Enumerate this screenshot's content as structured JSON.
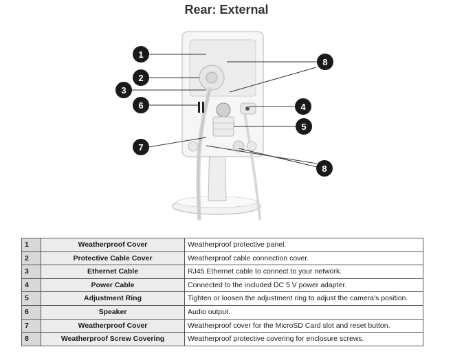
{
  "title": "Rear: External",
  "callouts": [
    "1",
    "2",
    "3",
    "6",
    "8",
    "4",
    "5",
    "7",
    "8"
  ],
  "rows": [
    {
      "num": "1",
      "name": "Weatherproof Cover",
      "desc": "Weatherproof protective panel."
    },
    {
      "num": "2",
      "name": "Protective Cable Cover",
      "desc": "Weatherproof cable connection cover."
    },
    {
      "num": "3",
      "name": "Ethernet Cable",
      "desc": "RJ45 Ethernet cable to connect to your network."
    },
    {
      "num": "4",
      "name": "Power Cable",
      "desc": "Connected to the included DC 5 V power adapter."
    },
    {
      "num": "5",
      "name": "Adjustment Ring",
      "desc": "Tighten or loosen the adjustment ring to adjust the camera's position."
    },
    {
      "num": "6",
      "name": "Speaker",
      "desc": "Audio output."
    },
    {
      "num": "7",
      "name": "Weatherproof Cover",
      "desc": "Weatherproof cover for the MicroSD Card slot and reset button."
    },
    {
      "num": "8",
      "name": "Weatherproof Screw Covering",
      "desc": "Weatherproof protective covering for enclosure screws."
    }
  ]
}
